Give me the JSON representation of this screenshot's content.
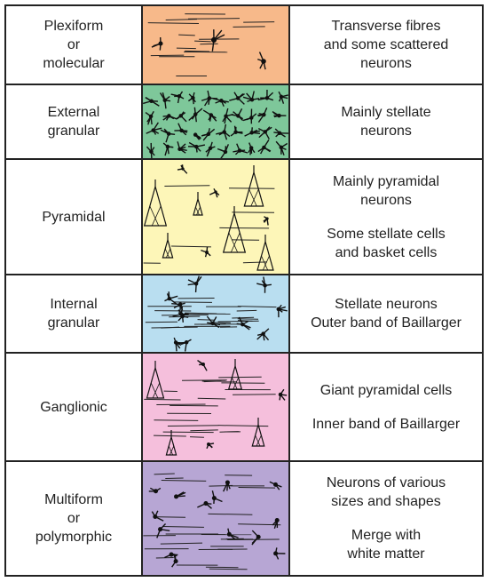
{
  "layers": [
    {
      "name": [
        "Plexiform",
        "or",
        "molecular"
      ],
      "description": [
        [
          "Transverse fibres",
          "and some scattered",
          "neurons"
        ]
      ],
      "color": "#f7b98a"
    },
    {
      "name": [
        "External",
        "granular"
      ],
      "description": [
        [
          "Mainly stellate",
          "neurons"
        ]
      ],
      "color": "#7ec79a"
    },
    {
      "name": [
        "Pyramidal"
      ],
      "description": [
        [
          "Mainly pyramidal",
          "neurons"
        ],
        [
          "Some stellate cells",
          "and basket cells"
        ]
      ],
      "color": "#fdf6b8"
    },
    {
      "name": [
        "Internal",
        "granular"
      ],
      "description": [
        [
          "Stellate neurons",
          "Outer band of Baillarger"
        ]
      ],
      "color": "#b9def0"
    },
    {
      "name": [
        "Ganglionic"
      ],
      "description": [
        [
          "Giant pyramidal cells"
        ],
        [
          "Inner band of Baillarger"
        ]
      ],
      "color": "#f5bfdc"
    },
    {
      "name": [
        "Multiform",
        "or",
        "polymorphic"
      ],
      "description": [
        [
          "Neurons of various",
          "sizes and shapes"
        ],
        [
          "Merge with",
          "white matter"
        ]
      ],
      "color": "#b7a6d4"
    }
  ]
}
